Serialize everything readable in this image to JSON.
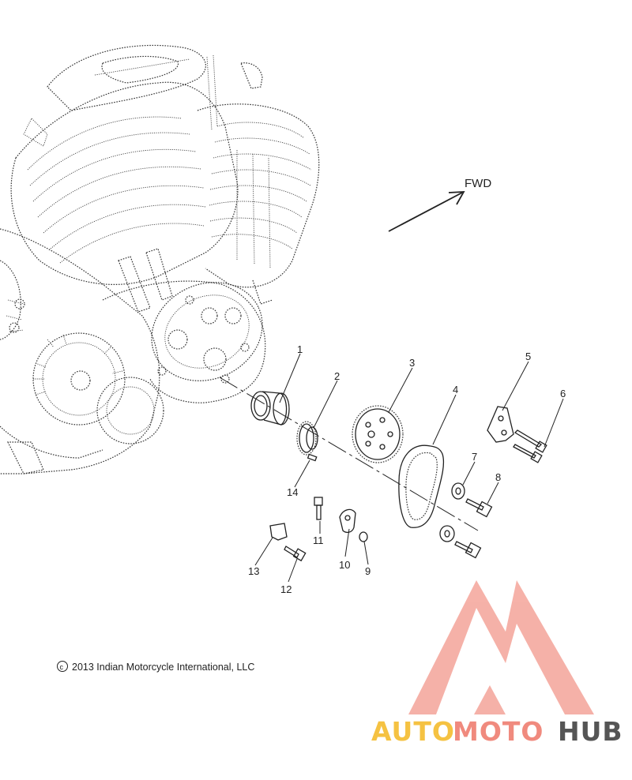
{
  "direction_label": "FWD",
  "callouts": [
    {
      "id": "c1",
      "label": "1"
    },
    {
      "id": "c2",
      "label": "2"
    },
    {
      "id": "c3",
      "label": "3"
    },
    {
      "id": "c4",
      "label": "4"
    },
    {
      "id": "c5",
      "label": "5"
    },
    {
      "id": "c6",
      "label": "6"
    },
    {
      "id": "c7",
      "label": "7"
    },
    {
      "id": "c8",
      "label": "8"
    },
    {
      "id": "c9",
      "label": "9"
    },
    {
      "id": "c10",
      "label": "10"
    },
    {
      "id": "c11",
      "label": "11"
    },
    {
      "id": "c12",
      "label": "12"
    },
    {
      "id": "c13",
      "label": "13"
    },
    {
      "id": "c14",
      "label": "14"
    }
  ],
  "copyright": "2013 Indian Motorcycle International, LLC",
  "copyright_symbol": "c",
  "watermark": {
    "part1": "AUTO",
    "part2": "MOTO",
    "part3": "HUB",
    "color_auto": "#f5c242",
    "color_moto": "#f08a7e",
    "color_hub": "#555555",
    "logo_color": "#f4a49a"
  },
  "colors": {
    "line": "#222222",
    "background": "#ffffff"
  }
}
